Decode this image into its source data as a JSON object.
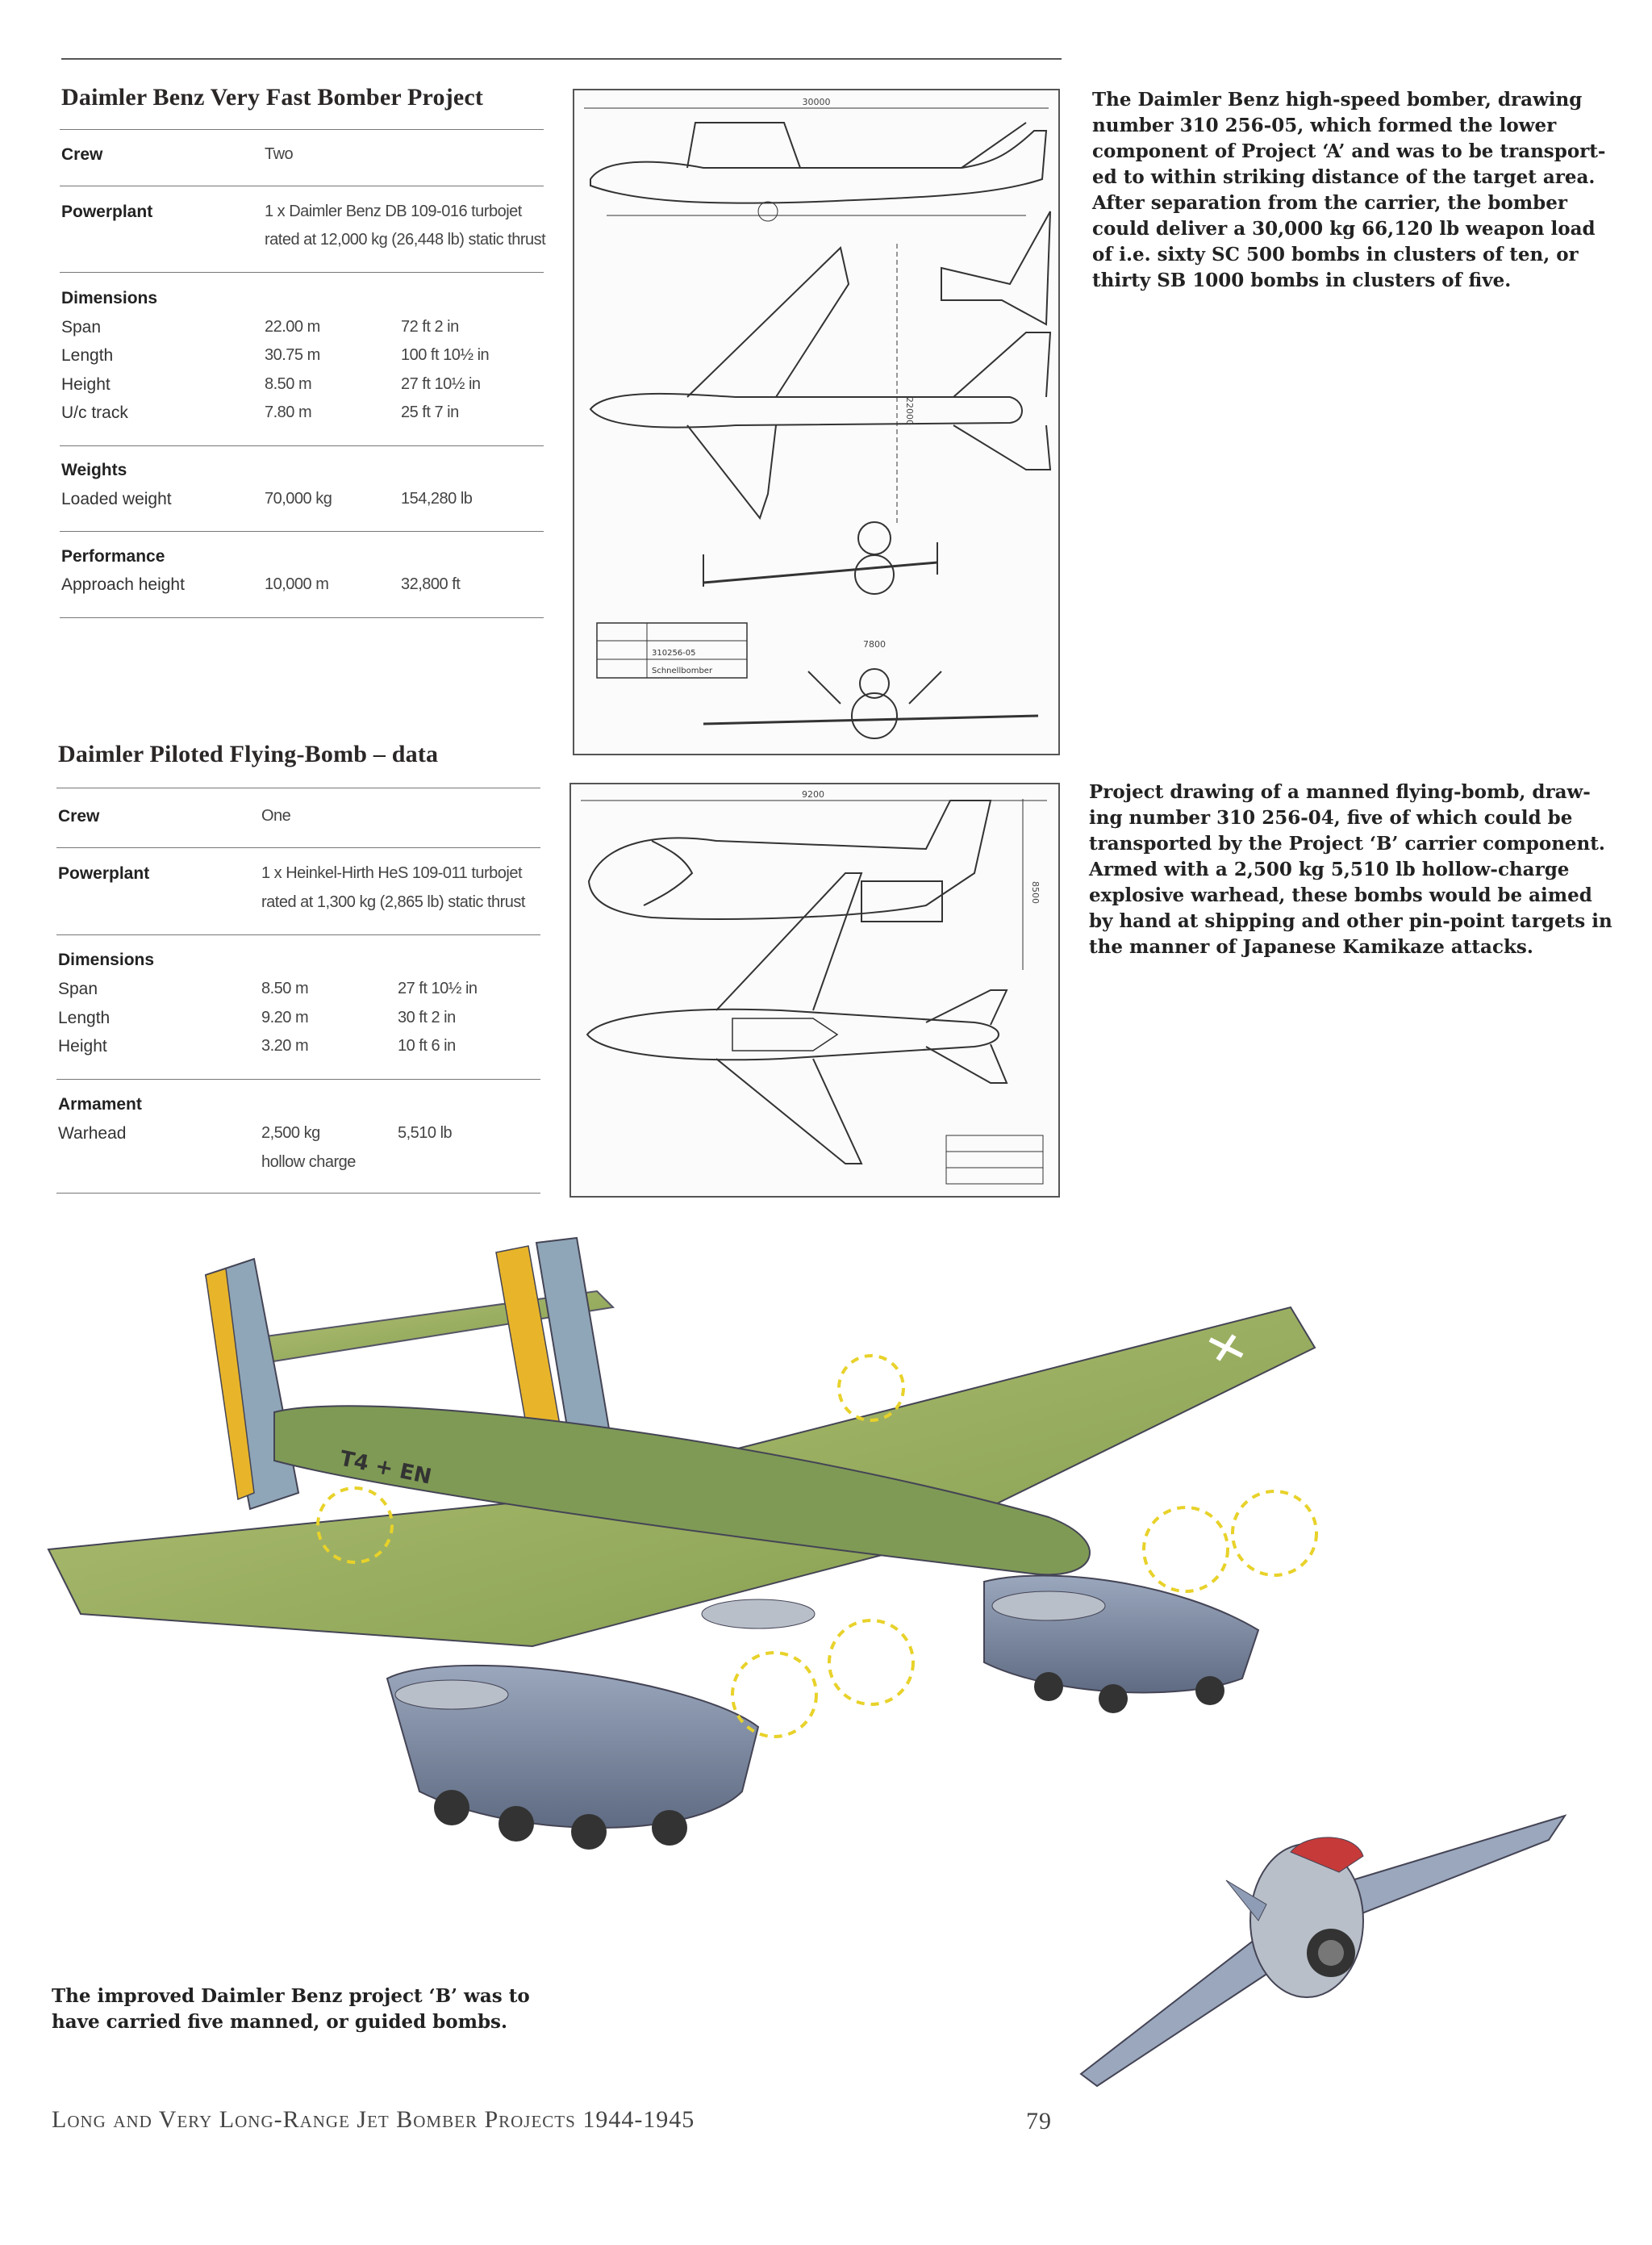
{
  "table1": {
    "title": "Daimler Benz Very Fast Bomber Project",
    "crew_label": "Crew",
    "crew_value": "Two",
    "powerplant_label": "Powerplant",
    "powerplant_line1": "1 x Daimler Benz DB 109-016 turbojet",
    "powerplant_line2": "rated at 12,000 kg (26,448 lb) static thrust",
    "dimensions_label": "Dimensions",
    "dims": [
      {
        "label": "Span",
        "metric": "22.00 m",
        "imperial": "72 ft 2 in"
      },
      {
        "label": "Length",
        "metric": "30.75 m",
        "imperial": "100 ft 10½ in"
      },
      {
        "label": "Height",
        "metric": "8.50 m",
        "imperial": "27 ft 10½ in"
      },
      {
        "label": "U/c track",
        "metric": "7.80 m",
        "imperial": "25 ft 7 in"
      }
    ],
    "weights_label": "Weights",
    "loaded_label": "Loaded weight",
    "loaded_metric": "70,000 kg",
    "loaded_imperial": "154,280 lb",
    "performance_label": "Performance",
    "approach_label": "Approach height",
    "approach_metric": "10,000 m",
    "approach_imperial": "32,800 ft"
  },
  "table2": {
    "title": "Daimler Piloted Flying-Bomb  – data",
    "crew_label": "Crew",
    "crew_value": "One",
    "powerplant_label": "Powerplant",
    "powerplant_line1": "1 x Heinkel-Hirth HeS 109-011 turbojet",
    "powerplant_line2": "rated at 1,300 kg (2,865 lb) static thrust",
    "dimensions_label": "Dimensions",
    "dims": [
      {
        "label": "Span",
        "metric": "8.50 m",
        "imperial": "27 ft 10½ in"
      },
      {
        "label": "Length",
        "metric": "9.20 m",
        "imperial": "30 ft 2 in"
      },
      {
        "label": "Height",
        "metric": "3.20 m",
        "imperial": "10 ft 6 in"
      }
    ],
    "armament_label": "Armament",
    "warhead_label": "Warhead",
    "warhead_metric_line1": "2,500 kg",
    "warhead_metric_line2": "hollow charge",
    "warhead_imperial": "5,510 lb"
  },
  "captions": {
    "bomber": [
      "The Daimler Benz high-speed bomber, drawing",
      "number 310 256-05, which formed the lower",
      "component of Project ‘A’ and was to be transport-",
      "ed to within striking distance of the target area.",
      "After separation from the carrier, the bomber",
      "could deliver a 30,000 kg 66,120 lb weapon load",
      "of i.e. sixty SC 500 bombs in clusters of ten, or",
      "thirty SB 1000 bombs in clusters of five."
    ],
    "flying_bomb": [
      "Project drawing of a manned flying-bomb, draw-",
      "ing number 310 256-04, five of which could be",
      "transported by the Project ‘B’ carrier component.",
      "Armed with a 2,500 kg 5,510 lb hollow-charge",
      "explosive warhead, these bombs would be aimed",
      "by hand at shipping and other pin-point targets in",
      "the manner of Japanese Kamikaze attacks."
    ],
    "project_b": [
      "The improved Daimler Benz project ‘B’ was to",
      "have carried five manned, or guided bombs."
    ]
  },
  "drawing_labels": {
    "length_dim": "30000",
    "span_dim": "22000",
    "track_dim": "7800",
    "title_block": "Schnellbomber",
    "drawing_number": "310256-05",
    "bomb_length": "9200",
    "bomb_span": "8500"
  },
  "aircraft_markings": "T4 + EN",
  "footer": {
    "title": "Long and Very Long-Range Jet Bomber Projects 1944-1945",
    "page_number": "79"
  },
  "colors": {
    "camouflage_green": "#9aae5a",
    "tail_yellow": "#e8b52a",
    "fuselage_blue_grey": "#8e9db5",
    "nose_red": "#c63a3a"
  }
}
